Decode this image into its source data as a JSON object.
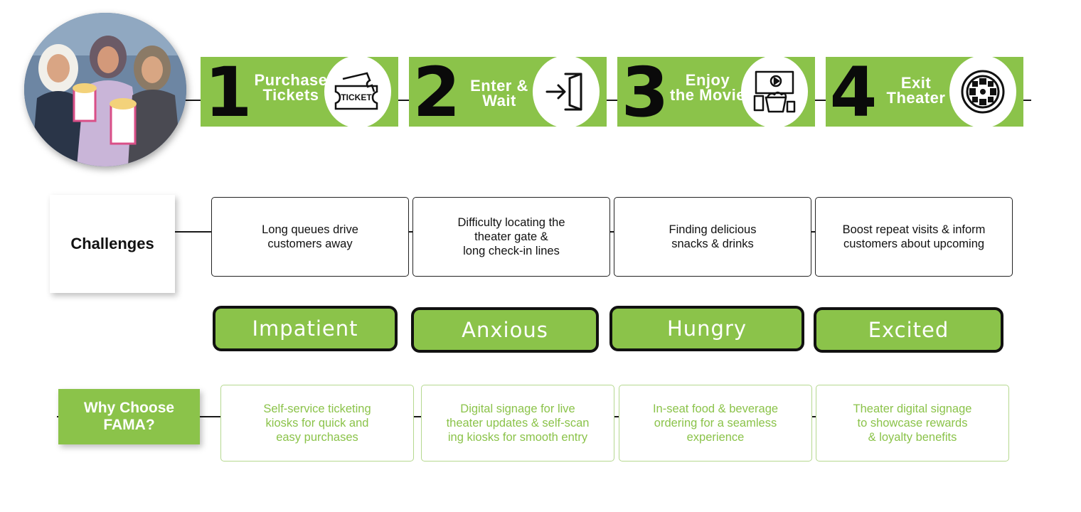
{
  "colors": {
    "accent": "#8bc34a",
    "dark": "#111111",
    "white": "#ffffff"
  },
  "photo": {
    "description_icon": "photo-of-three-women-with-popcorn"
  },
  "steps": [
    {
      "number": "1",
      "label": "Purchase\nTickets",
      "icon": "ticket-icon",
      "icon_text": "TICKET"
    },
    {
      "number": "2",
      "label": "Enter &\nWait",
      "icon": "enter-door-icon"
    },
    {
      "number": "3",
      "label": "Enjoy\nthe Movie",
      "icon": "movie-screen-popcorn-icon"
    },
    {
      "number": "4",
      "label": "Exit\nTheater",
      "icon": "film-reel-icon"
    }
  ],
  "challenges": {
    "title": "Challenges",
    "items": [
      "Long queues drive\ncustomers away",
      "Difficulty locating the\ntheater gate &\nlong check-in lines",
      "Finding delicious\nsnacks & drinks",
      "Boost repeat visits & inform\ncustomers about upcoming"
    ]
  },
  "emotions": [
    "Impatient",
    "Anxious",
    "Hungry",
    "Excited"
  ],
  "why": {
    "title": "Why Choose\nFAMA?",
    "items": [
      "Self-service ticketing\nkiosks for quick and\neasy purchases",
      "Digital signage for live\ntheater updates & self-scan\ning kiosks for smooth entry",
      "In-seat food & beverage\nordering for a seamless\nexperience",
      "Theater digital signage\nto showcase rewards\n& loyalty benefits"
    ]
  }
}
